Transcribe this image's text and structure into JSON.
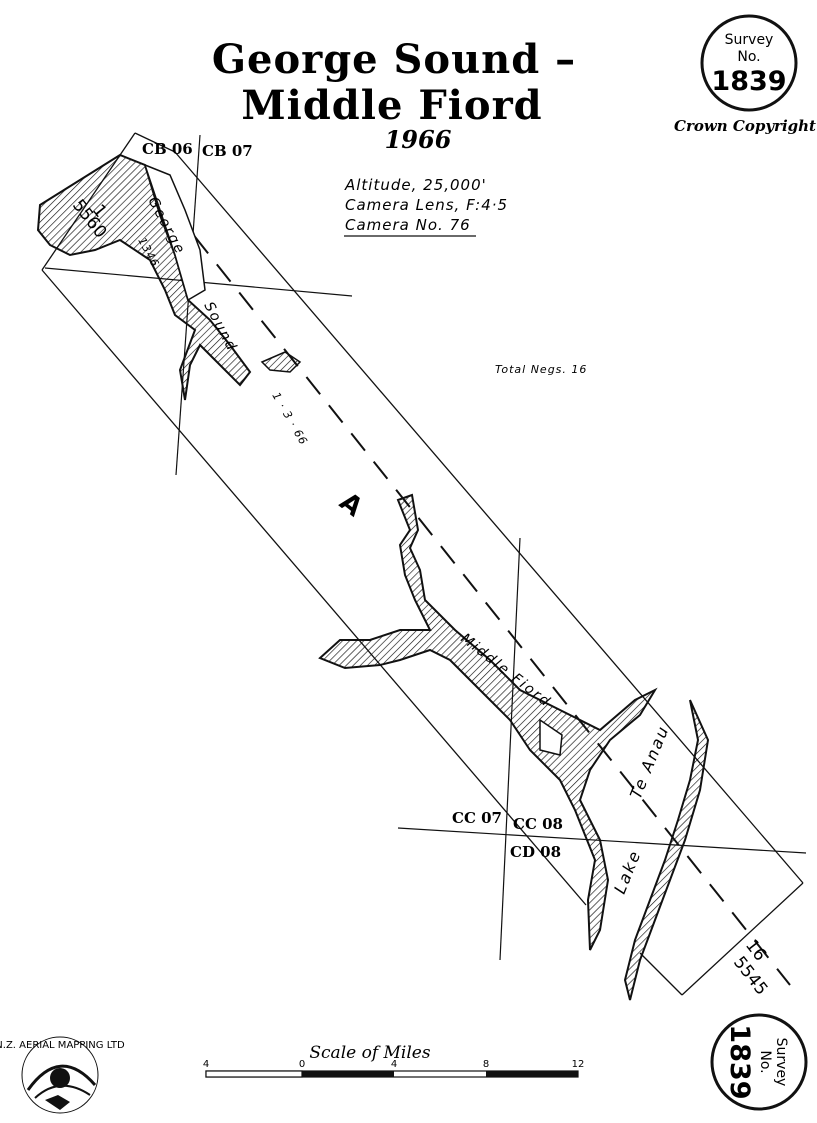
{
  "title": {
    "line1": "George Sound –",
    "line2": "Middle Fiord",
    "year": "1966"
  },
  "survey_seal": {
    "word1": "Survey",
    "word2": "No.",
    "number": "1839"
  },
  "copyright": "Crown Copyright",
  "flight_info": {
    "altitude": "Altitude, 25,000'",
    "lens": "Camera Lens, F:4·5",
    "camera": "Camera No. 76"
  },
  "total_negs": "Total Negs. 16",
  "place_names": {
    "george": "George",
    "sound": "Sound",
    "middle_fiord": "Middle Fiord",
    "lake": "Lake",
    "te_anau": "Te Anau"
  },
  "run": {
    "letter": "A",
    "date": "1 · 3 · 66",
    "start_frame": "1",
    "start_ref": "5560",
    "end_frame": "16",
    "end_ref": "5545",
    "mid_ref": "1346"
  },
  "sheet_codes": [
    "CB 06",
    "CB 07",
    "CC 07",
    "CC 08",
    "CD 08"
  ],
  "scale": {
    "title": "Scale of Miles",
    "ticks": [
      "4",
      "0",
      "4",
      "8",
      "12"
    ]
  },
  "logo_text": "N.Z. AERIAL MAPPING LTD",
  "colors": {
    "ink": "#111111",
    "paper": "#ffffff"
  }
}
